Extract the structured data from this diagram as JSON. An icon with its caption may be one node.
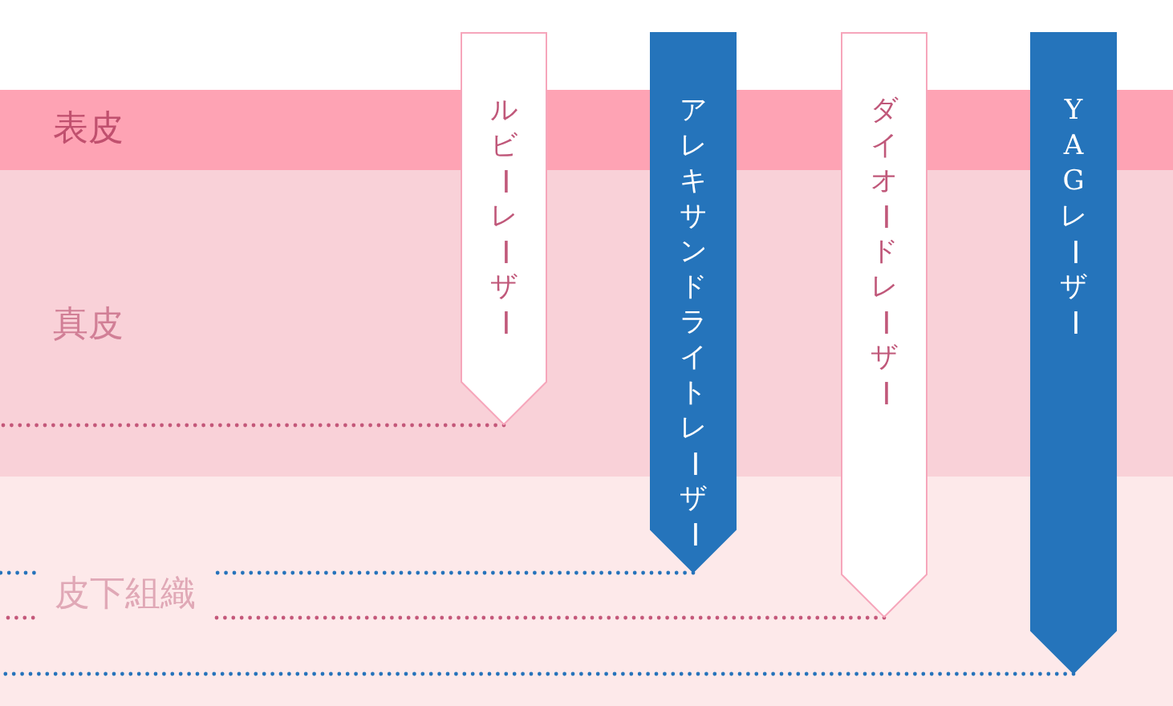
{
  "diagram": {
    "nodes": [
      {
        "text": [
          "表皮"
        ]
      },
      {
        "text": [
          "真皮"
        ]
      },
      {
        "text": [
          "皮下組織"
        ]
      },
      {
        "text": [
          "ルビーレーザー"
        ]
      },
      {
        "text": [
          "アレキサンドライトレーザー"
        ]
      },
      {
        "text": [
          "ダイオードレーザー"
        ]
      },
      {
        "text": [
          "YAGレーザー"
        ]
      }
    ],
    "edges": [
      {
        "from": 3,
        "to": 1,
        "arrow": "none",
        "style": "dashed",
        "color": "#c4587a"
      },
      {
        "from": 4,
        "to": 2,
        "arrow": "none",
        "style": "dashed",
        "color": "#2673bb"
      },
      {
        "from": 5,
        "to": 2,
        "arrow": "none",
        "style": "dashed",
        "color": "#c4587a"
      },
      {
        "from": 6,
        "to": 2,
        "arrow": "none",
        "style": "dashed",
        "color": "#2673bb"
      }
    ]
  }
}
